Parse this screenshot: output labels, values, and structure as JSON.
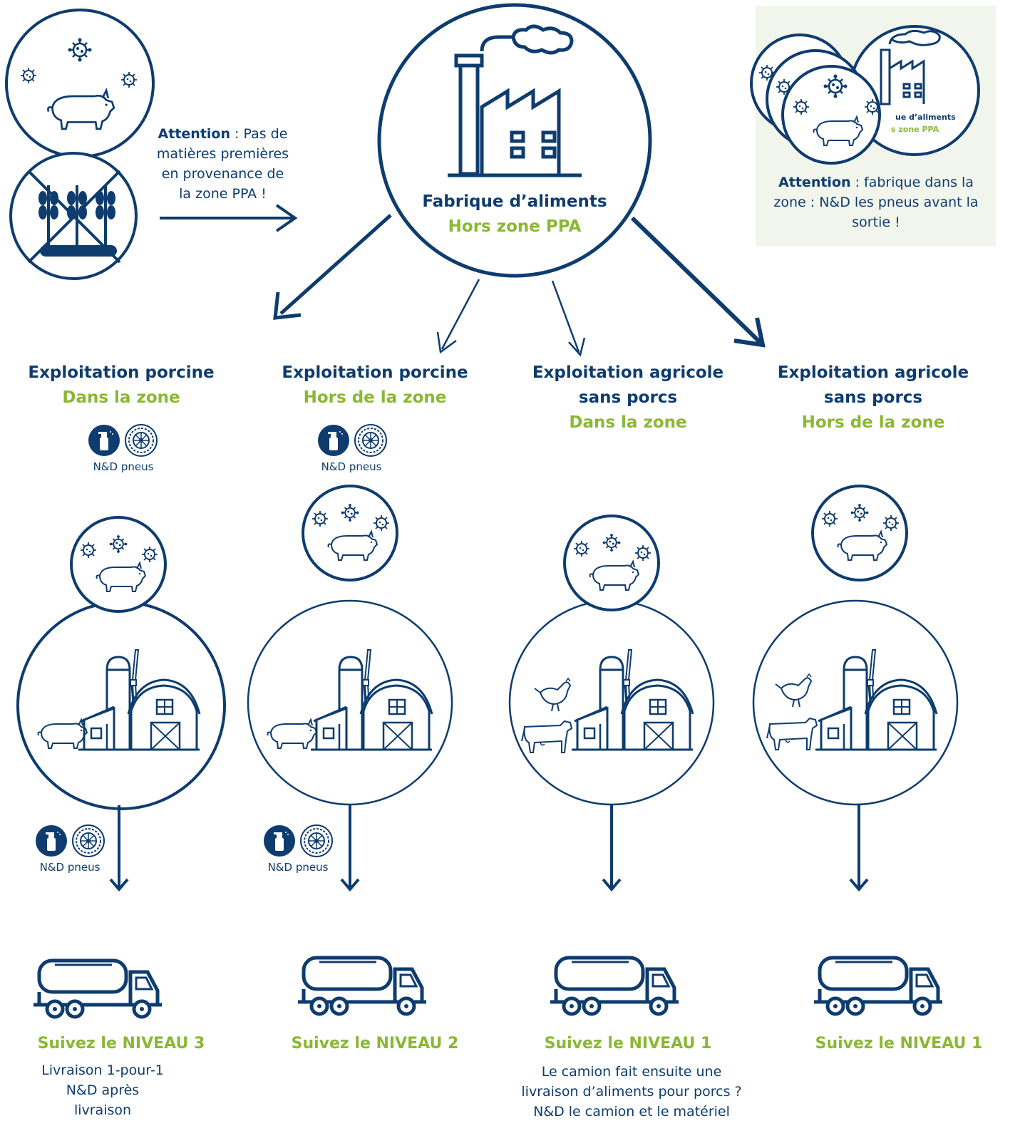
{
  "factory": {
    "title": "Fabrique d’aliments",
    "subtitle": "Hors zone PPA",
    "icon": "factory-icon"
  },
  "left_note": {
    "bold": "Attention",
    "lines": [
      " : Pas de",
      "matières premières",
      "en provenance de",
      "la zone PPA !"
    ]
  },
  "right_note": {
    "mini_title": "ue d’aliments",
    "mini_subtitle": "s zone PPA",
    "bold": "Attention",
    "text_line1": " : fabrique dans la",
    "text_line2": "zone :  N&D les pneus avant la",
    "text_line3": "sortie !"
  },
  "columns": [
    {
      "title": "Exploitation porcine",
      "title_line2": "",
      "zone": "Dans la zone",
      "nd_top": "N&D pneus",
      "nd_bottom": "N&D pneus",
      "level": "Suivez le NIVEAU 3",
      "details": [
        "Livraison 1-pour-1",
        "N&D après",
        "livraison"
      ]
    },
    {
      "title": "Exploitation porcine",
      "title_line2": "",
      "zone": "Hors de la zone",
      "nd_top": "N&D pneus",
      "nd_bottom": "N&D pneus",
      "level": "Suivez le NIVEAU 2",
      "details": []
    },
    {
      "title": "Exploitation agricole",
      "title_line2": "sans porcs",
      "zone": "Dans la zone",
      "level": "Suivez le NIVEAU 1",
      "details": [
        "Le camion fait ensuite une",
        "livraison d’aliments pour  porcs ?",
        "N&D le camion et le matériel"
      ]
    },
    {
      "title": "Exploitation agricole",
      "title_line2": "sans porcs",
      "zone": "Hors de la zone",
      "level": "Suivez le NIVEAU 1",
      "details": []
    }
  ],
  "colors": {
    "navy": "#0e3c6e",
    "green": "#8ab833",
    "panel": "#f1f5ec"
  },
  "icons": [
    "virus-icon",
    "pig-icon",
    "wheat-icon",
    "barn-icon",
    "silo-icon",
    "chicken-icon",
    "cow-icon",
    "truck-icon",
    "spray-icon",
    "tire-icon",
    "arrow-icon"
  ]
}
